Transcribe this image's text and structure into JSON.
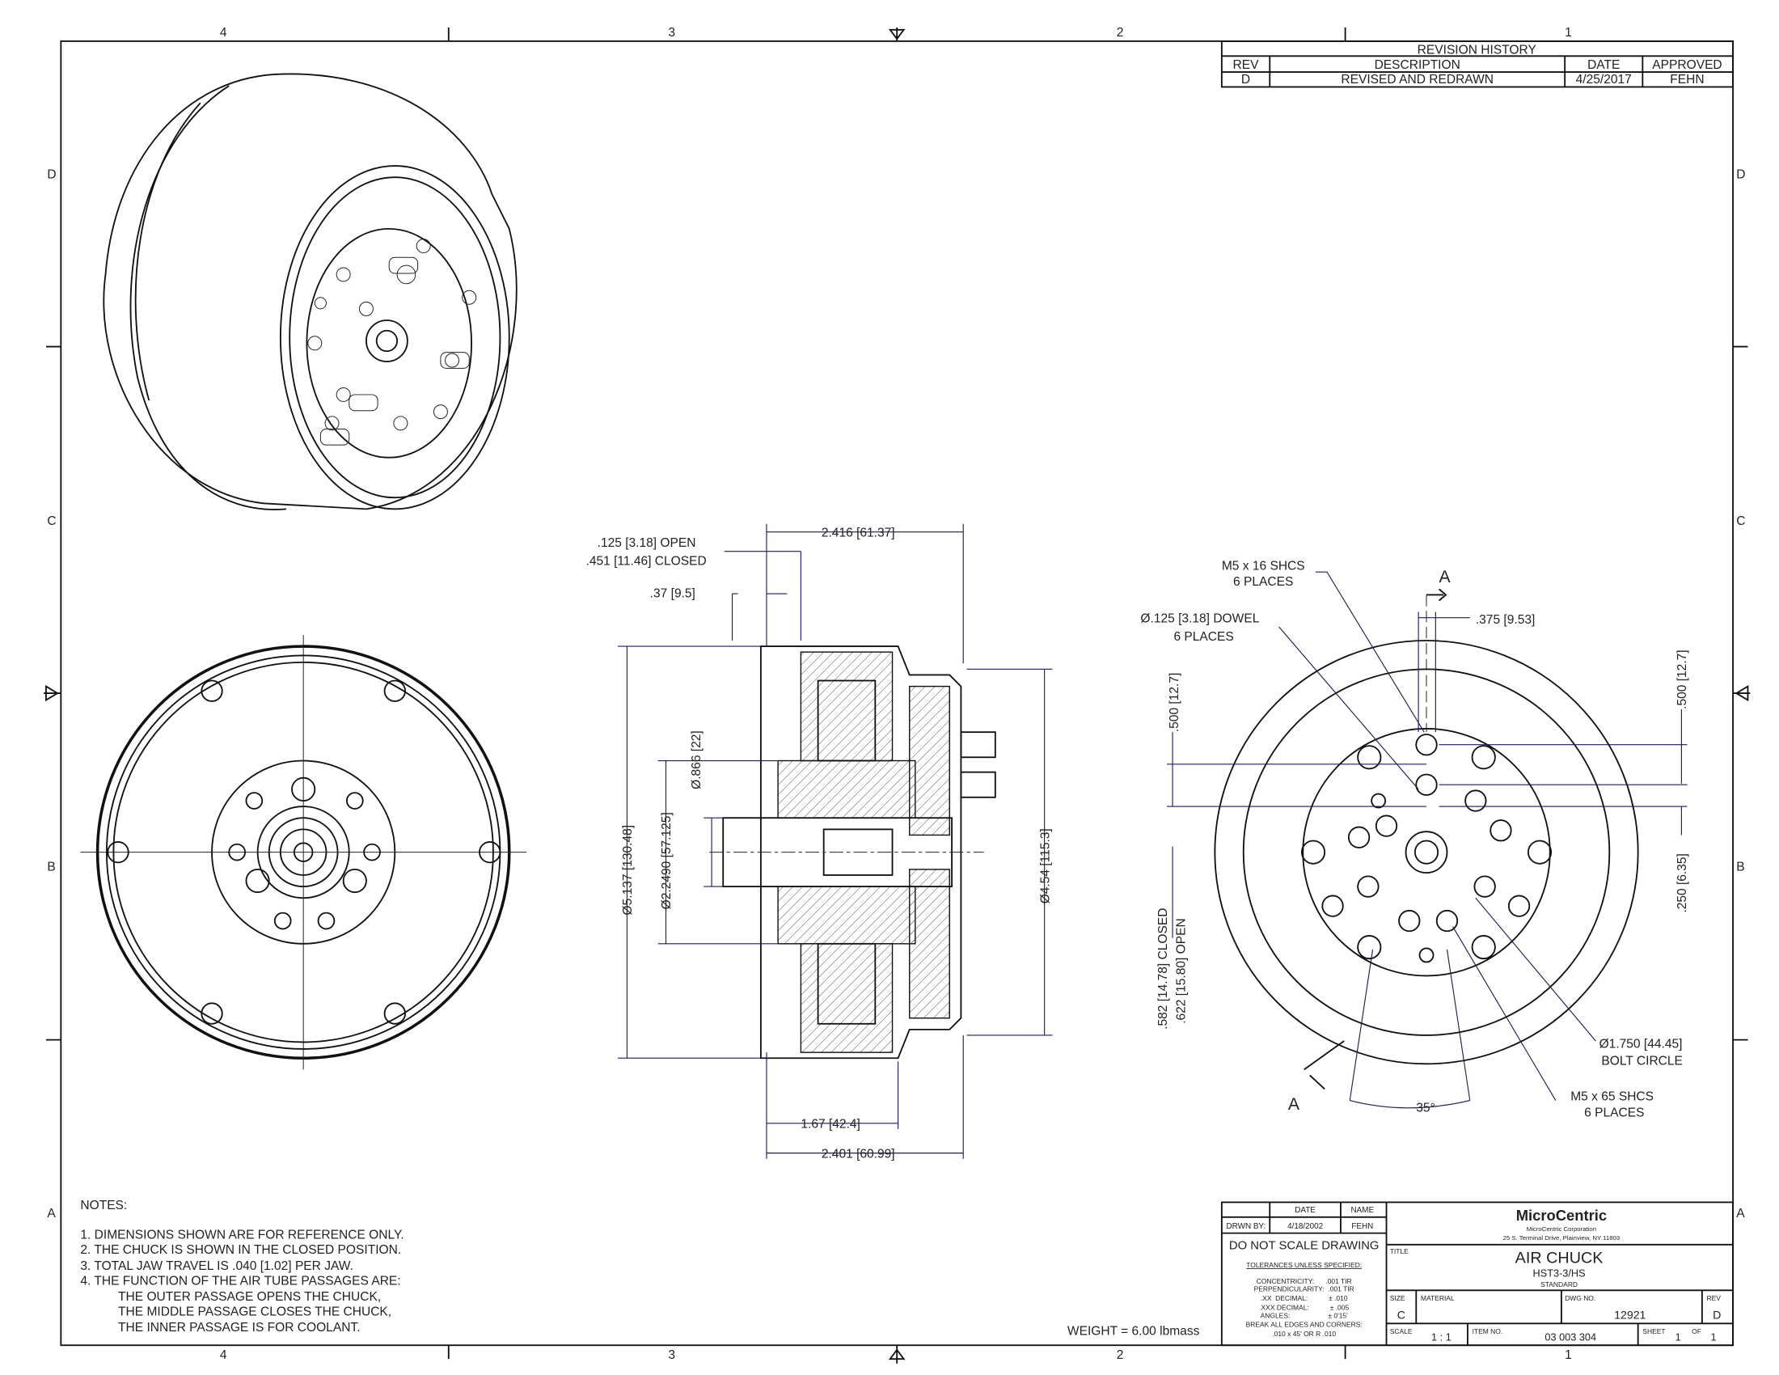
{
  "zones": {
    "columns": [
      "4",
      "3",
      "2",
      "1"
    ],
    "rows": [
      "D",
      "C",
      "B",
      "A"
    ]
  },
  "revision_history": {
    "title": "REVISION HISTORY",
    "headers": [
      "REV",
      "DESCRIPTION",
      "DATE",
      "APPROVED"
    ],
    "rows": [
      [
        "D",
        "REVISED AND REDRAWN",
        "4/25/2017",
        "FEHN"
      ]
    ]
  },
  "section_dims": {
    "open": ".125 [3.18] OPEN",
    "closed": ".451 [11.46] CLOSED",
    "d37": ".37 [9.5]",
    "top_len": "2.416 [61.37]",
    "dia_866": "Ø.866 [22]",
    "dia_2249": "Ø2.2490 [57.125]",
    "dia_5137": "Ø5.137 [130.48]",
    "dia_454": "Ø4.54 [115.3]",
    "len_167": "1.67 [42.4]",
    "len_2401": "2.401 [60.99]"
  },
  "right_view_dims": {
    "m5x16": "M5 x 16 SHCS",
    "m5x16_places": "6 PLACES",
    "dowel": "Ø.125 [3.18] DOWEL",
    "dowel_places": "6 PLACES",
    "d375": ".375 [9.53]",
    "d500_left": ".500 [12.7]",
    "d500_right": ".500 [12.7]",
    "d250": ".250 [6.35]",
    "closed": ".582 [14.78] CLOSED",
    "open": ".622 [15.80] OPEN",
    "bolt_circle": "Ø1.750 [44.45]",
    "bolt_circle_label": "BOLT CIRCLE",
    "m5x65": "M5 x 65 SHCS",
    "m5x65_places": "6 PLACES",
    "angle": "35°",
    "section_label": "A"
  },
  "notes": {
    "title": "NOTES:",
    "items": [
      "1.  DIMENSIONS SHOWN ARE FOR REFERENCE ONLY.",
      "2.  THE CHUCK IS SHOWN IN THE CLOSED POSITION.",
      "3.  TOTAL JAW TRAVEL IS .040 [1.02] PER JAW.",
      "4.  THE FUNCTION OF THE AIR TUBE PASSAGES ARE:",
      "THE OUTER PASSAGE OPENS THE CHUCK,",
      "THE MIDDLE PASSAGE CLOSES THE CHUCK,",
      "THE INNER PASSAGE IS FOR COOLANT."
    ]
  },
  "weight": "WEIGHT = 6.00 lbmass",
  "title_block": {
    "date_header": "DATE",
    "name_header": "NAME",
    "drawn_by_label": "DRWN BY:",
    "drawn_date": "4/18/2002",
    "drawn_name": "FEHN",
    "do_not_scale": "DO NOT SCALE DRAWING",
    "tolerances_title": "TOLERANCES UNLESS SPECIFIED:",
    "tolerances": [
      "CONCENTRICITY:      .001 TIR",
      "PERPENDICULARITY:  .001 TIR",
      ".XX  DECIMAL:           ± .010",
      ".XXX DECIMAL:           ± .005",
      "ANGLES:                    ± 0'15'",
      "BREAK ALL EDGES AND CORNERS:",
      ".010 x 45' OR R .010"
    ],
    "company": "MicroCentric",
    "company_full": "MicroCentric Corporation",
    "address": "25 S. Terminal Drive, Plainview, NY 11803",
    "title_label": "TITLE",
    "title": "AIR CHUCK",
    "subtitle": "HST3-3/HS",
    "standard": "STANDARD",
    "size_label": "SIZE",
    "size": "C",
    "material_label": "MATERIAL",
    "dwg_no_label": "DWG NO.",
    "dwg_no": "12921",
    "rev_label": "REV",
    "rev": "D",
    "scale_label": "SCALE",
    "scale": "1 : 1",
    "item_no_label": "ITEM NO.",
    "item_no": "03 003 304",
    "sheet_label": "SHEET",
    "sheet": "1",
    "of_label": "OF",
    "sheet_total": "1"
  }
}
